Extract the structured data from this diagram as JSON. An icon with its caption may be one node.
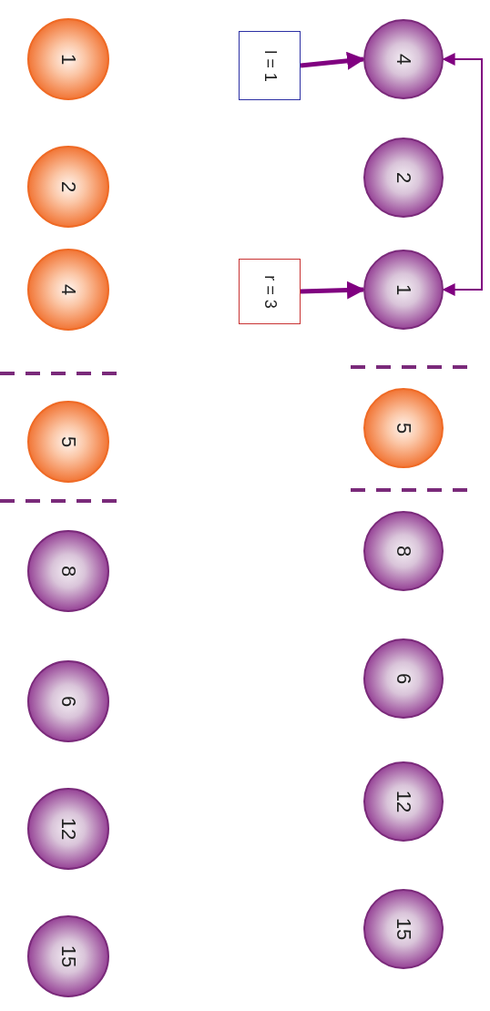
{
  "diagram": {
    "nodes": [
      {
        "text": [
          "1"
        ]
      },
      {
        "text": [
          "2"
        ]
      },
      {
        "text": [
          "4"
        ]
      },
      {
        "text": [
          "5"
        ]
      },
      {
        "text": [
          "8"
        ]
      },
      {
        "text": [
          "6"
        ]
      },
      {
        "text": [
          "12"
        ]
      },
      {
        "text": [
          "15"
        ]
      },
      {
        "text": [
          "l = 1"
        ]
      },
      {
        "text": [
          "r = 3"
        ]
      },
      {
        "text": [
          "4"
        ]
      },
      {
        "text": [
          "2"
        ]
      },
      {
        "text": [
          "1"
        ]
      },
      {
        "text": [
          "5"
        ]
      },
      {
        "text": [
          "8"
        ]
      },
      {
        "text": [
          "6"
        ]
      },
      {
        "text": [
          "12"
        ]
      },
      {
        "text": [
          "15"
        ]
      }
    ],
    "edges": [
      {
        "from": 8,
        "to": 10,
        "arrow": "to"
      },
      {
        "from": 9,
        "to": 12,
        "arrow": "to"
      },
      {
        "from": 10,
        "to": 12,
        "arrow": "both"
      }
    ]
  }
}
